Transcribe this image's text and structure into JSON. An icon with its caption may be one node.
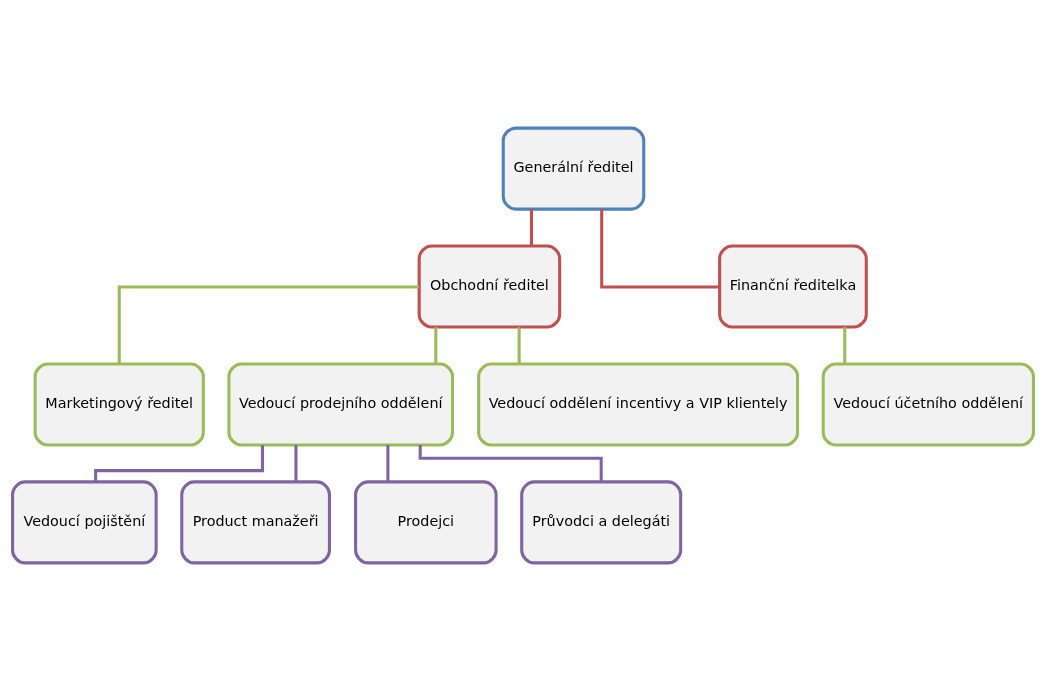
{
  "diagram": {
    "nodes": [
      {
        "text": [
          "Generální ředitel"
        ]
      },
      {
        "text": [
          "Obchodní ředitel"
        ]
      },
      {
        "text": [
          "Finanční ředitelka"
        ]
      },
      {
        "text": [
          "Marketingový ředitel"
        ]
      },
      {
        "text": [
          "Vedoucí prodejního oddělení"
        ]
      },
      {
        "text": [
          "Vedoucí oddělení incentivy a VIP klientely"
        ]
      },
      {
        "text": [
          "Vedoucí účetního oddělení"
        ]
      },
      {
        "text": [
          "Vedoucí pojištění"
        ]
      },
      {
        "text": [
          "Product manažeři"
        ]
      },
      {
        "text": [
          "Prodejci"
        ]
      },
      {
        "text": [
          "Průvodci a delegáti"
        ]
      }
    ],
    "edges": [
      {
        "from": 0,
        "to": 1,
        "arrow": "none",
        "color": "#c0504d"
      },
      {
        "from": 0,
        "to": 2,
        "arrow": "none",
        "color": "#c0504d"
      },
      {
        "from": 1,
        "to": 3,
        "arrow": "none"
      },
      {
        "from": 1,
        "to": 4,
        "arrow": "none"
      },
      {
        "from": 1,
        "to": 5,
        "arrow": "none"
      },
      {
        "from": 2,
        "to": 6,
        "arrow": "none"
      },
      {
        "from": 4,
        "to": 7,
        "arrow": "none",
        "color": "#8064a2"
      },
      {
        "from": 4,
        "to": 8,
        "arrow": "none",
        "color": "#8064a2"
      },
      {
        "from": 4,
        "to": 9,
        "arrow": "none",
        "color": "#8064a2"
      },
      {
        "from": 4,
        "to": 10,
        "arrow": "none",
        "color": "#8064a2"
      }
    ]
  }
}
